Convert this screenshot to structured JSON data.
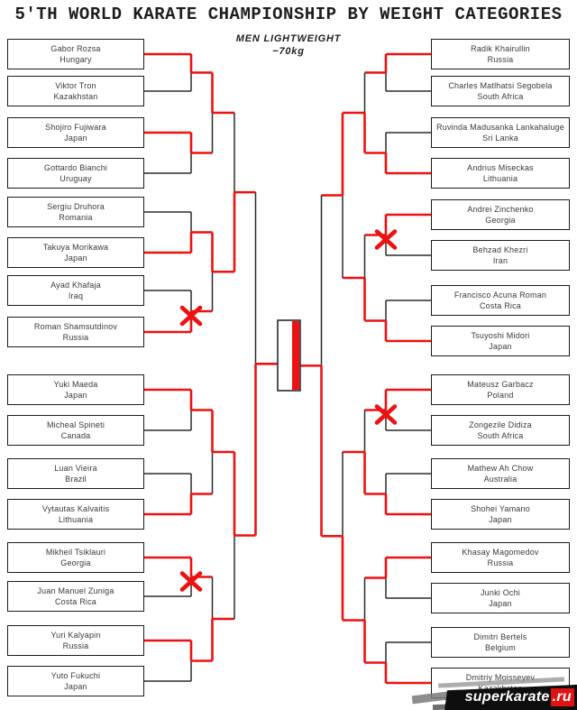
{
  "title": "5'TH WORLD KARATE CHAMPIONSHIP BY WEIGHT CATEGORIES",
  "subtitle_line1": "MEN LIGHTWEIGHT",
  "subtitle_line2": "−70kg",
  "watermark": {
    "text": "superkarate",
    "suffix": ".ru"
  },
  "colors": {
    "win_path": "#ee1111",
    "line": "#2b2b2b"
  },
  "left_players": [
    {
      "name": "Gabor Rozsa",
      "country": "Hungary"
    },
    {
      "name": "Viktor Tron",
      "country": "Kazakhstan"
    },
    {
      "name": "Shojiro Fujiwara",
      "country": "Japan"
    },
    {
      "name": "Gottardo Bianchi",
      "country": "Uruguay"
    },
    {
      "name": "Sergiu Druhora",
      "country": "Romania"
    },
    {
      "name": "Takuya Morikawa",
      "country": "Japan"
    },
    {
      "name": "Ayad Khafaja",
      "country": "Iraq"
    },
    {
      "name": "Roman Shamsutdinov",
      "country": "Russia"
    },
    {
      "name": "Yuki Maeda",
      "country": "Japan"
    },
    {
      "name": "Micheal Spineti",
      "country": "Canada"
    },
    {
      "name": "Luan Vieira",
      "country": "Brazil"
    },
    {
      "name": "Vytautas Kalvaitis",
      "country": "Lithuania"
    },
    {
      "name": "Mikheil Tsiklauri",
      "country": "Georgia"
    },
    {
      "name": "Juan Manuel Zuniga",
      "country": "Costa Rica"
    },
    {
      "name": "Yuri Kalyapin",
      "country": "Russia"
    },
    {
      "name": "Yuto Fukuchi",
      "country": "Japan"
    }
  ],
  "right_players": [
    {
      "name": "Radik Khairullin",
      "country": "Russia"
    },
    {
      "name": "Charles Matlhatsi Segobela",
      "country": "South Africa"
    },
    {
      "name": "Ruvinda Madusanka Lankahaluge",
      "country": "Sri Lanka"
    },
    {
      "name": "Andrius Miseckas",
      "country": "Lithuania"
    },
    {
      "name": "Andrei Zinchenko",
      "country": "Georgia"
    },
    {
      "name": "Behzad Khezri",
      "country": "Iran"
    },
    {
      "name": "Francisco Acuna Roman",
      "country": "Costa Rica"
    },
    {
      "name": "Tsuyoshi Midori",
      "country": "Japan"
    },
    {
      "name": "Mateusz Garbacz",
      "country": "Poland"
    },
    {
      "name": "Zongezile Didiza",
      "country": "South Africa"
    },
    {
      "name": "Mathew Ah Chow",
      "country": "Australia"
    },
    {
      "name": "Shohei Yamano",
      "country": "Japan"
    },
    {
      "name": "Khasay Magomedov",
      "country": "Russia"
    },
    {
      "name": "Junki Ochi",
      "country": "Japan"
    },
    {
      "name": "Dimitri Bertels",
      "country": "Belgium"
    },
    {
      "name": "Dmitriy Moisseyev",
      "country": "Kazakhstan"
    }
  ],
  "results": {
    "left": {
      "r1": [
        0,
        0,
        1,
        1,
        0,
        1,
        0,
        0
      ],
      "r2": [
        0,
        0,
        0,
        1
      ],
      "r3": [
        1,
        0
      ],
      "r4": [
        1
      ],
      "x_marks": [
        3,
        6
      ]
    },
    "right": {
      "r1": [
        0,
        1,
        0,
        1,
        0,
        1,
        0,
        1
      ],
      "r2": [
        1,
        1,
        1,
        1
      ],
      "r3": [
        0,
        1
      ],
      "r4": [
        1
      ],
      "x_marks": [
        2,
        4
      ]
    },
    "champion_side": "right"
  }
}
